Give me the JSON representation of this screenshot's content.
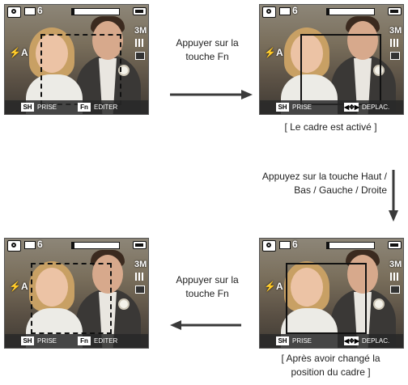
{
  "panels": [
    {
      "count": "6",
      "resolution": "3M",
      "flash": "⚡A",
      "frame": "dashed",
      "keys": [
        {
          "key": "SH",
          "label": "PRISE"
        },
        {
          "key": "Fn",
          "label": "EDITER"
        }
      ]
    },
    {
      "count": "6",
      "resolution": "3M",
      "flash": "⚡A",
      "frame": "solid",
      "keys": [
        {
          "key": "SH",
          "label": "PRISE"
        },
        {
          "key": "◀✥▶",
          "label": "DEPLAC."
        }
      ]
    },
    {
      "count": "6",
      "resolution": "3M",
      "flash": "⚡A",
      "frame": "dashed",
      "keys": [
        {
          "key": "SH",
          "label": "PRISE"
        },
        {
          "key": "Fn",
          "label": "EDITER"
        }
      ]
    },
    {
      "count": "6",
      "resolution": "3M",
      "flash": "⚡A",
      "frame": "solid",
      "keys": [
        {
          "key": "SH",
          "label": "PRISE"
        },
        {
          "key": "◀✥▶",
          "label": "DEPLAC."
        }
      ]
    }
  ],
  "instructions": {
    "top_line1": "Appuyer sur la",
    "top_line2": "touche Fn",
    "middle_line1": "Appuyez sur la touche Haut /",
    "middle_line2": "Bas / Gauche / Droite",
    "bottom_line1": "Appuyer sur la",
    "bottom_line2": "touche Fn"
  },
  "captions": {
    "top_right": "[ Le cadre est activé ]",
    "bottom_right_line1": "[ Après avoir changé la",
    "bottom_right_line2": "position du cadre ]"
  },
  "colors": {
    "arrow": "#3a3a3a",
    "key_bar": "#282828"
  }
}
